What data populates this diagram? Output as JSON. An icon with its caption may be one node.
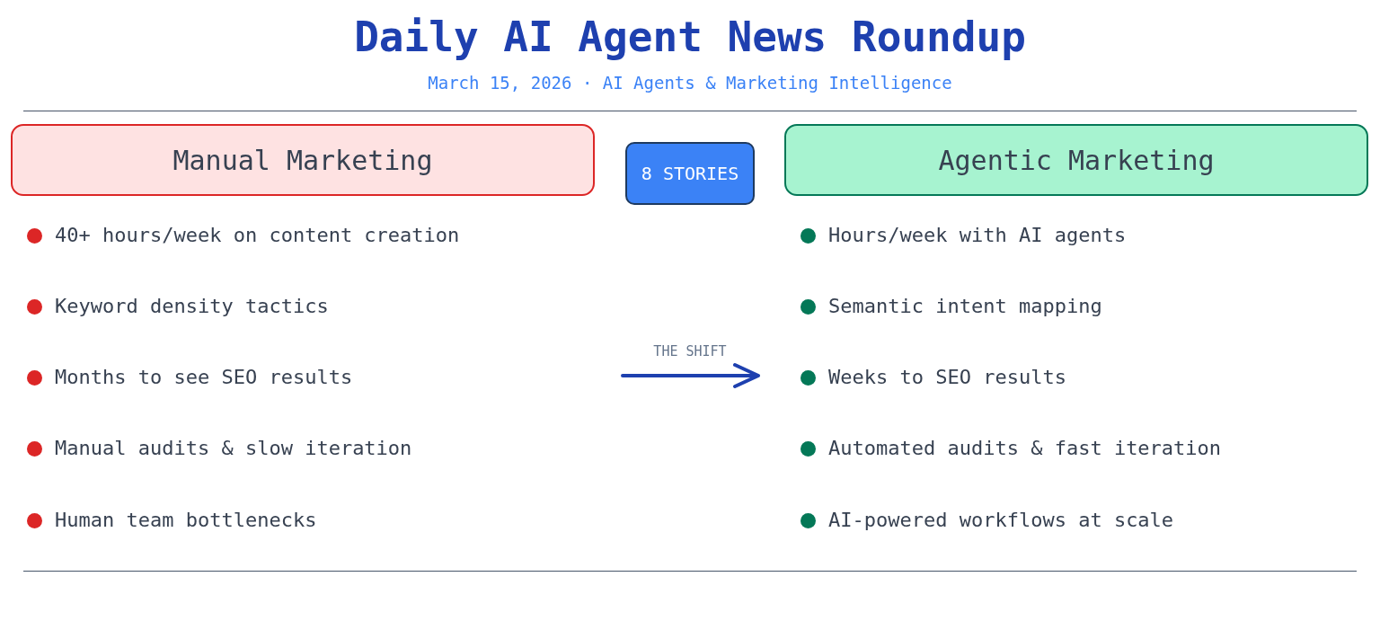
{
  "diagram": {
    "title": "Daily AI Agent News Roundup",
    "nodes": [
      {
        "text": [
          "Manual Marketing"
        ]
      },
      {
        "text": [
          "8 STORIES"
        ]
      },
      {
        "text": [
          "Agentic Marketing"
        ]
      }
    ],
    "labels": [
      "March 15, 2026 · AI Agents & Marketing Intelligence",
      "40+ hours/week on content creation",
      "Keyword density tactics",
      "Months to see SEO results",
      "Manual audits & slow iteration",
      "Human team bottlenecks",
      "THE SHIFT",
      "Hours/week with AI agents",
      "Semantic intent mapping",
      "Weeks to SEO results",
      "Automated audits & fast iteration",
      "AI-powered workflows at scale"
    ]
  }
}
